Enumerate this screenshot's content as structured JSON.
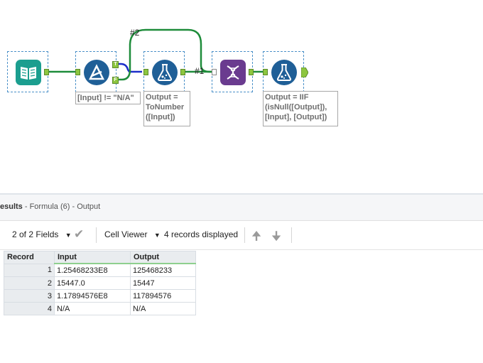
{
  "workflow": {
    "connections": {
      "label_2": "#2",
      "label_hash": "#1"
    },
    "filter_anchors": {
      "true": "T",
      "false": "F"
    },
    "annotations": {
      "filter": "[Input] != \"N/A\"",
      "formula1": "Output =\nToNumber\n([Input])",
      "formula2": "Output = IIF\n(isNull([Output]),\n[Input], [Output])"
    },
    "colors": {
      "input": "#1b9e8f",
      "filter": "#1f5f97",
      "formula": "#1f5f97",
      "dna": "#6a3b8f",
      "connection": "#1e8c3a",
      "selected_connection": "#1c2ec9"
    }
  },
  "results": {
    "title": "esults",
    "subtitle": " - Formula (6) - Output",
    "toolbar": {
      "fields": "2 of 2 Fields",
      "viewer": "Cell Viewer",
      "records": "4 records displayed"
    },
    "columns": [
      "Record",
      "Input",
      "Output"
    ],
    "rows": [
      [
        "1",
        "1.25468233E8",
        "125468233"
      ],
      [
        "2",
        "15447.0",
        "15447"
      ],
      [
        "3",
        "1.17894576E8",
        "117894576"
      ],
      [
        "4",
        "N/A",
        "N/A"
      ]
    ]
  }
}
